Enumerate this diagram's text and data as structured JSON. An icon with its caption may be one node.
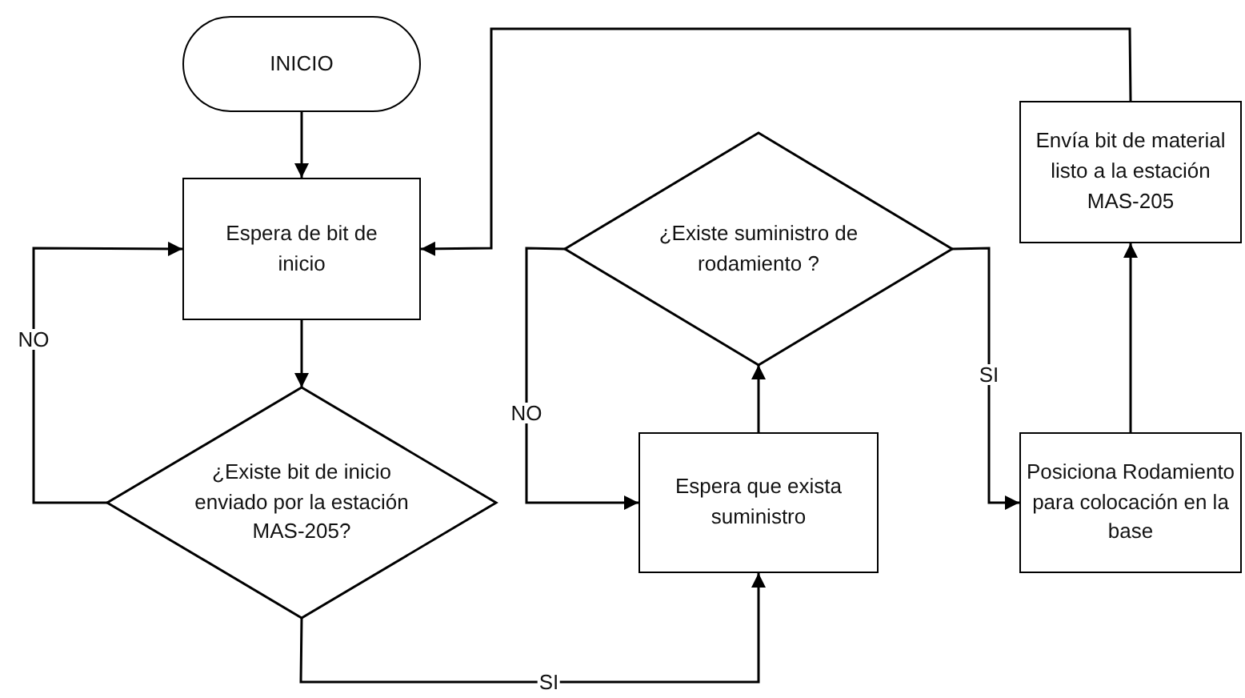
{
  "diagram": {
    "nodes": [
      {
        "text": [
          "INICIO"
        ]
      },
      {
        "text": [
          "Espera de bit de inicio"
        ]
      },
      {
        "text": [
          "¿Existe bit de inicio enviado por la estación MAS-205?"
        ]
      },
      {
        "text": [
          "¿Existe suministro de rodamiento ?"
        ]
      },
      {
        "text": [
          "Espera que exista suministro"
        ]
      },
      {
        "text": [
          "Envía bit de material listo a la estación MAS-205"
        ]
      },
      {
        "text": [
          "Posiciona Rodamiento para colocación en la base"
        ]
      }
    ],
    "edges": [
      {
        "from": 0,
        "to": 1,
        "arrow": "to"
      },
      {
        "from": 1,
        "to": 2,
        "arrow": "to"
      },
      {
        "from": 2,
        "to": 1,
        "arrow": "to",
        "label": "NO"
      },
      {
        "from": 2,
        "to": 4,
        "arrow": "to",
        "label": "SI"
      },
      {
        "from": 4,
        "to": 3,
        "arrow": "to"
      },
      {
        "from": 3,
        "to": 4,
        "arrow": "to",
        "label": "NO"
      },
      {
        "from": 3,
        "to": 6,
        "arrow": "to",
        "label": "SI"
      },
      {
        "from": 6,
        "to": 5,
        "arrow": "to"
      },
      {
        "from": 5,
        "to": 1,
        "arrow": "to"
      }
    ]
  }
}
